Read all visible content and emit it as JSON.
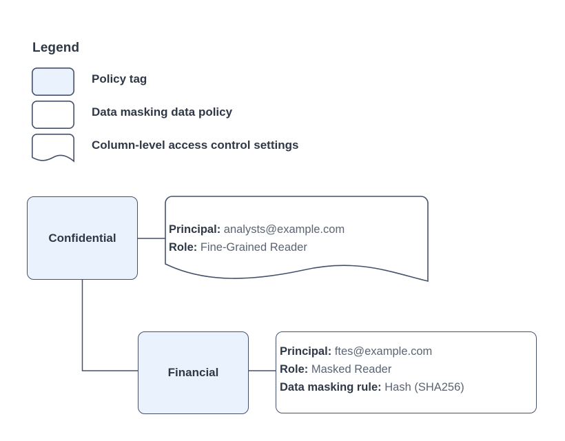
{
  "diagram": {
    "type": "policy-tag-hierarchy",
    "background_color": "#ffffff",
    "node_fill_color": "#eaf2fd",
    "stroke_color": "#44506b",
    "text_color": "#2f3846"
  },
  "legend": {
    "title": "Legend",
    "items": [
      {
        "shape": "rounded-rect-filled",
        "swatch_fill": "#eaf2fd",
        "label": "Policy tag"
      },
      {
        "shape": "rounded-rect",
        "swatch_fill": "#ffffff",
        "label": "Data masking data policy"
      },
      {
        "shape": "rounded-rect-wavy-bottom",
        "swatch_fill": "#ffffff",
        "label": "Column-level access control settings"
      }
    ]
  },
  "nodes": [
    {
      "id": "confidential",
      "label": "Confidential",
      "kind": "policy-tag"
    },
    {
      "id": "financial",
      "label": "Financial",
      "kind": "policy-tag"
    }
  ],
  "notes": [
    {
      "id": "confidential-access-note",
      "kind": "column-level-access-control-settings",
      "attached_to": "confidential",
      "lines": [
        {
          "label": "Principal:",
          "value": "analysts@example.com"
        },
        {
          "label": "Role:",
          "value": "Fine-Grained Reader"
        }
      ]
    },
    {
      "id": "financial-masking-policy",
      "kind": "data-masking-data-policy",
      "attached_to": "financial",
      "lines": [
        {
          "label": "Principal:",
          "value": "ftes@example.com"
        },
        {
          "label": "Role:",
          "value": "Masked Reader"
        },
        {
          "label": "Data masking rule:",
          "value": "Hash (SHA256)"
        }
      ]
    }
  ],
  "connectors": [
    {
      "from": "confidential",
      "to": "confidential-access-note",
      "style": "straight"
    },
    {
      "from": "confidential",
      "to": "financial",
      "style": "elbow"
    },
    {
      "from": "financial",
      "to": "financial-masking-policy",
      "style": "straight"
    }
  ]
}
